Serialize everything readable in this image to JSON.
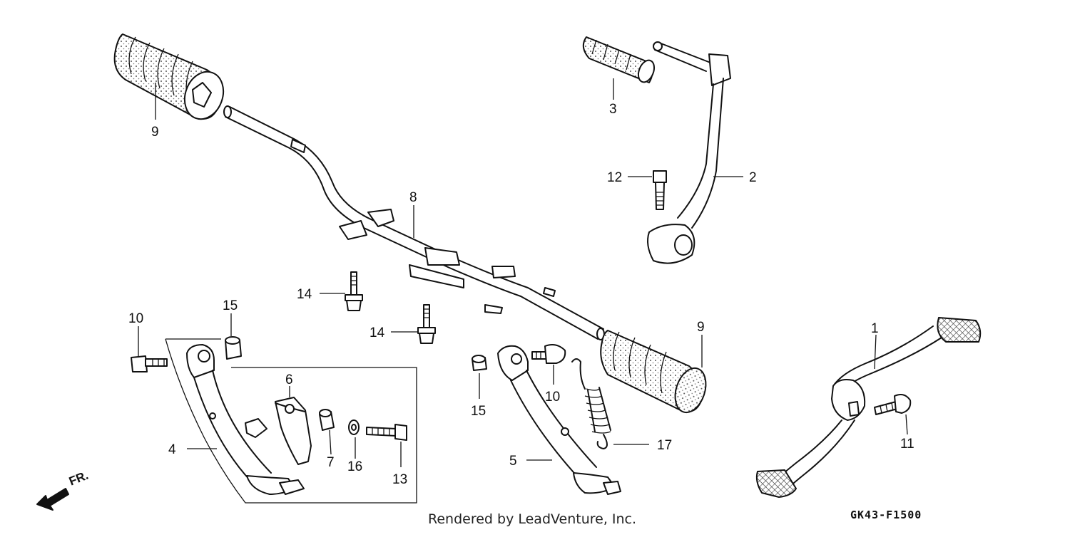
{
  "diagram": {
    "code": "GK43-F1500",
    "credit": "Rendered by LeadVenture, Inc.",
    "direction_label": "FR.",
    "callouts": [
      {
        "id": "1",
        "text": "1"
      },
      {
        "id": "2",
        "text": "2"
      },
      {
        "id": "3",
        "text": "3"
      },
      {
        "id": "4",
        "text": "4"
      },
      {
        "id": "5",
        "text": "5"
      },
      {
        "id": "6",
        "text": "6"
      },
      {
        "id": "7",
        "text": "7"
      },
      {
        "id": "8",
        "text": "8"
      },
      {
        "id": "9a",
        "text": "9"
      },
      {
        "id": "9b",
        "text": "9"
      },
      {
        "id": "10a",
        "text": "10"
      },
      {
        "id": "10b",
        "text": "10"
      },
      {
        "id": "11",
        "text": "11"
      },
      {
        "id": "12",
        "text": "12"
      },
      {
        "id": "13",
        "text": "13"
      },
      {
        "id": "14a",
        "text": "14"
      },
      {
        "id": "14b",
        "text": "14"
      },
      {
        "id": "15a",
        "text": "15"
      },
      {
        "id": "15b",
        "text": "15"
      },
      {
        "id": "16",
        "text": "16"
      },
      {
        "id": "17",
        "text": "17"
      }
    ]
  }
}
